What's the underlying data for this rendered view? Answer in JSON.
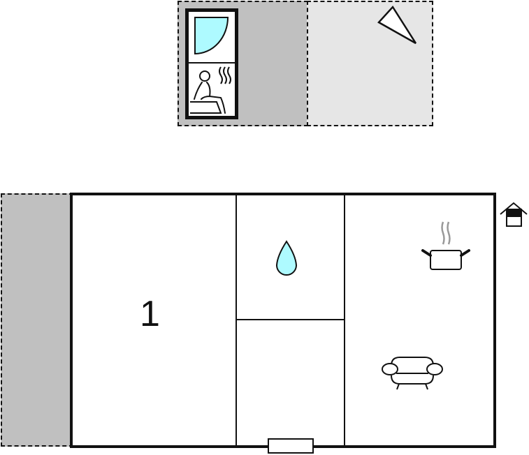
{
  "floorplan": {
    "upper_level": {
      "sauna_area": {
        "label": "sauna-terrace",
        "fill": "#c0c0c0"
      },
      "open_area": {
        "label": "terrace",
        "fill": "#e6e6e6"
      },
      "shower_icon_color": "#aefaff"
    },
    "main_level": {
      "rooms": [
        {
          "id": "room-1",
          "number": "1"
        },
        {
          "id": "bathroom"
        },
        {
          "id": "hallway"
        },
        {
          "id": "kitchen-living"
        }
      ],
      "annex_fill": "#c0c0c0",
      "water_icon_color": "#aefaff"
    },
    "colors": {
      "wall": "#111111",
      "background": "#ffffff",
      "steam": "#999999"
    }
  }
}
